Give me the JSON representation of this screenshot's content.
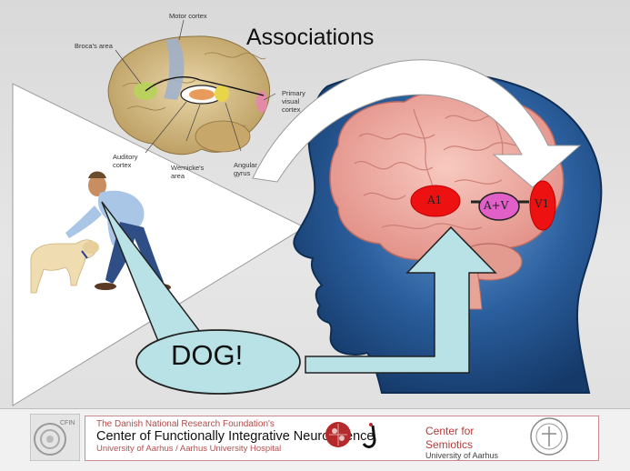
{
  "title": "Associations",
  "small_brain_labels": {
    "motor": "Motor cortex",
    "broca": "Broca's area",
    "primary_visual": [
      "Primary",
      "visual",
      "cortex"
    ],
    "auditory": [
      "Auditory",
      "cortex"
    ],
    "wernicke": [
      "Wernicke's",
      "area"
    ],
    "angular": [
      "Angular",
      "gyrus"
    ]
  },
  "regions": {
    "a1": "A1",
    "av": "A+V",
    "v1": "V1"
  },
  "speech": "DOG!",
  "footer": {
    "foundation": "The Danish National Research Foundation's",
    "center": "Center of Functionally Integrative Neuroscience",
    "university": "University of Aarhus / Aarhus University Hospital",
    "cfin_logo": "CFIN",
    "semiotics_line1": "Center for",
    "semiotics_line2": "Semiotics",
    "semiotics_uni": "University of Aarhus"
  },
  "colors": {
    "region_red": "#ee1111",
    "region_magenta": "#e060c8",
    "head_blue": "#1e4f8a",
    "arrow_fill": "#b8e2e6",
    "brain_pink": "#f1b6ad"
  }
}
